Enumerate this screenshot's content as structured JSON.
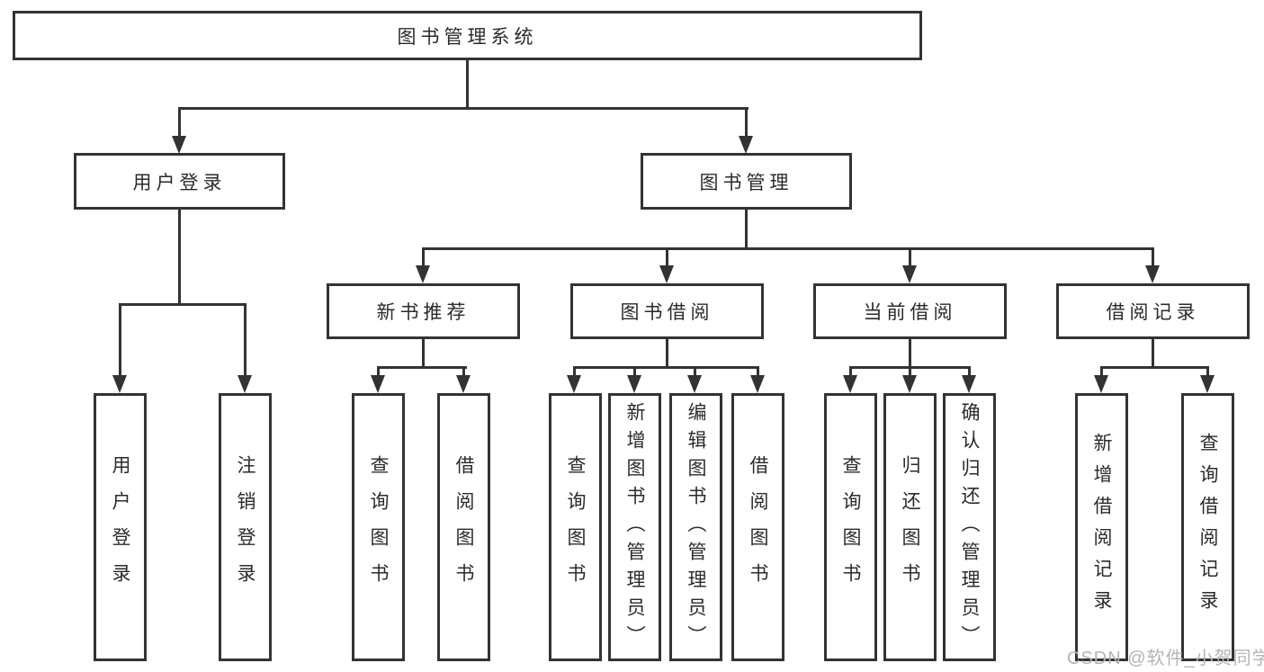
{
  "diagram": {
    "root": {
      "label": "图书管理系统"
    },
    "branches": {
      "user_login": {
        "label": "用户登录",
        "children": [
          "用户登录",
          "注销登录"
        ]
      },
      "book_management": {
        "label": "图书管理",
        "sections": [
          {
            "label": "新书推荐",
            "children": [
              "查询图书",
              "借阅图书"
            ]
          },
          {
            "label": "图书借阅",
            "children": [
              "查询图书",
              "新增图书（管理员）",
              "编辑图书（管理员）",
              "借阅图书"
            ]
          },
          {
            "label": "当前借阅",
            "children": [
              "查询图书",
              "归还图书",
              "确认归还（管理员）"
            ]
          },
          {
            "label": "借阅记录",
            "children": [
              "新增借阅记录",
              "查询借阅记录"
            ]
          }
        ]
      }
    }
  },
  "watermark": {
    "text": "CSDN @软件_小贺同学"
  },
  "colors": {
    "line": "#333333",
    "text": "#2b2b2b",
    "watermark": "#b4b4b4",
    "background": "#ffffff"
  }
}
